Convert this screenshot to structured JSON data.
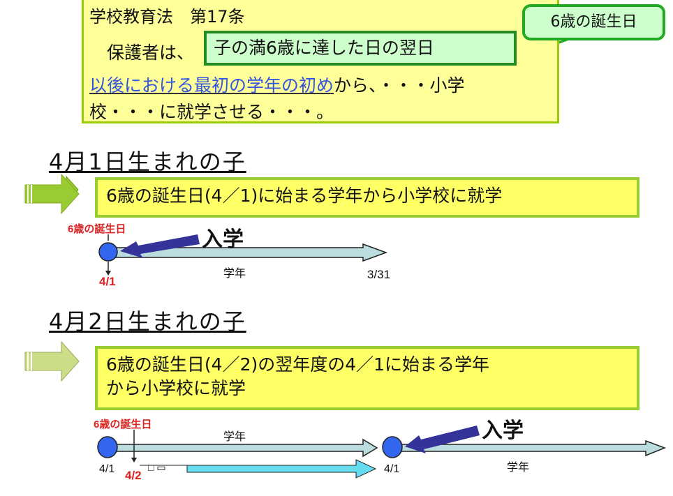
{
  "law": {
    "title": "学校教育法　第17条",
    "line1_prefix": "　保護者は、",
    "highlight": "子の満6歳に達した日の翌日",
    "line2_link": "以後における最初の学年の初め",
    "line2_rest": "から、・・・小学",
    "line3": "校・・・に就学させる・・・。",
    "callout": "6歳の誕生日"
  },
  "section1": {
    "heading": "4月1日生まれの子",
    "info": "6歳の誕生日(4／1)に始まる学年から小学校に就学",
    "birthday_label": "6歳の誕生日",
    "enroll_label": "入学",
    "year_label": "学年",
    "start_date": "4/1",
    "end_date": "3/31"
  },
  "section2": {
    "heading": "4月2日生まれの子",
    "info_line1": "6歳の誕生日(4／2)の翌年度の4／1に始まる学年",
    "info_line2": "から小学校に就学",
    "birthday_label": "6歳の誕生日",
    "enroll_label": "入学",
    "year_label_1": "学年",
    "year_label_2": "学年",
    "start_date": "4/1",
    "birthday_date": "4/2",
    "next_start_date": "4/1",
    "placeholder_boxes": "□ ▭"
  },
  "colors": {
    "box_fill": "#ffff99",
    "box_border": "#99cc00",
    "circle": "#3366ee",
    "enroll_arrow": "#333399",
    "red": "#dd2222"
  }
}
